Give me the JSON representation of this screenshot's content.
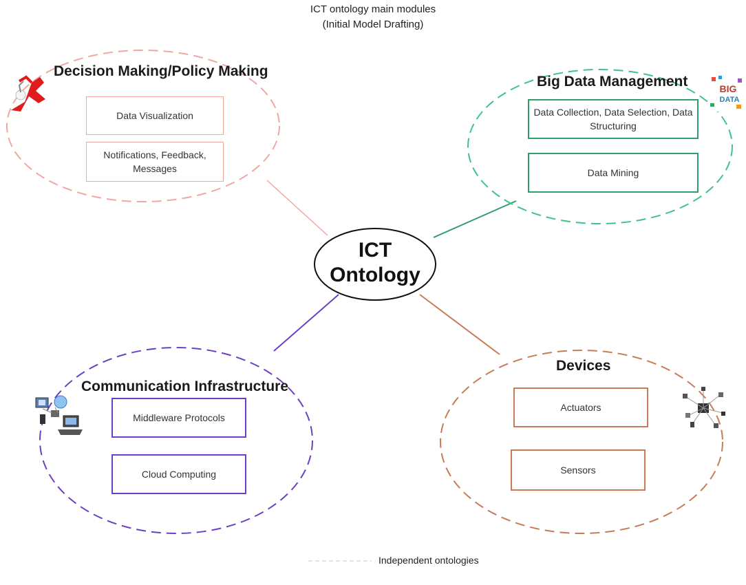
{
  "title": {
    "line1": "ICT ontology main modules",
    "line2": "(Initial Model Drafting)"
  },
  "center": {
    "line1": "ICT",
    "line2": "Ontology"
  },
  "modules": {
    "decision": {
      "title": "Decision Making/Policy Making",
      "color": "#f0a7a0",
      "icon": "running-person-icon",
      "boxes": [
        "Data Visualization",
        "Notifications, Feedback, Messages"
      ]
    },
    "bigdata": {
      "title": "Big Data Management",
      "color": "#2e9e6b",
      "icon": "big-data-icon",
      "boxes": [
        "Data Collection, Data Selection, Data Structuring",
        "Data Mining"
      ]
    },
    "communication": {
      "title": "Communication Infrastructure",
      "color": "#6b3fc4",
      "icon": "network-devices-icon",
      "boxes": [
        "Middleware Protocols",
        "Cloud Computing"
      ]
    },
    "devices": {
      "title": "Devices",
      "color": "#c97a55",
      "icon": "device-cluster-icon",
      "boxes": [
        "Actuators",
        "Sensors"
      ]
    }
  },
  "legend": {
    "label": "Independent ontologies"
  }
}
